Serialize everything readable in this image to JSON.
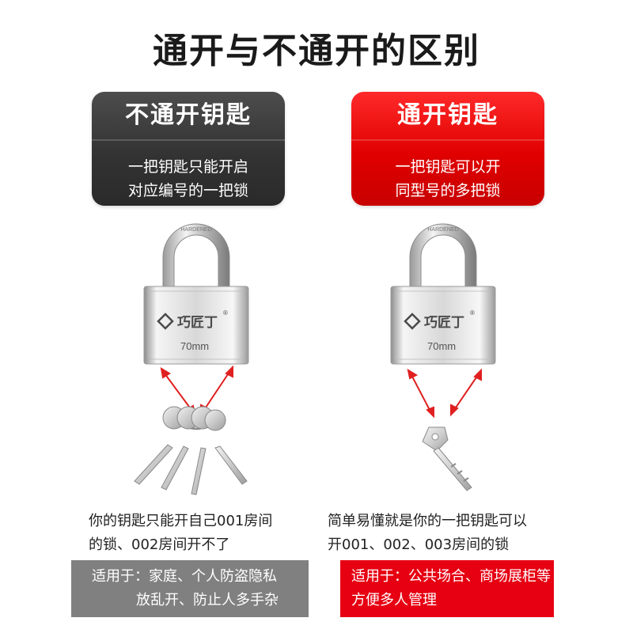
{
  "title": "通开与不通开的区别",
  "left": {
    "heading": "不通开钥匙",
    "desc_line1": "一把钥匙只能开启",
    "desc_line2": "对应编号的一把锁",
    "lock_brand": "巧匠丁",
    "lock_size": "70mm",
    "shackle_text": "HARDENED",
    "paragraph_line1": "你的钥匙只能开自己001房间",
    "paragraph_line2": "的锁、002房间开不了",
    "usage_line1": "适用于：家庭、个人防盗隐私",
    "usage_line2": "放乱开、防止人多手杂"
  },
  "right": {
    "heading": "通开钥匙",
    "desc_line1": "一把钥匙可以开",
    "desc_line2": "同型号的多把锁",
    "lock_brand": "巧匠丁",
    "lock_size": "70mm",
    "shackle_text": "HARDENED",
    "paragraph_line1": "简单易懂就是你的一把钥匙可以",
    "paragraph_line2": "开001、002、003房间的锁",
    "usage_line1": "适用于：公共场合、商场展柜等",
    "usage_line2": "方便多人管理"
  },
  "colors": {
    "dark_card": "#333333",
    "red_card": "#e00000",
    "gray_box": "#808080",
    "red_box": "#e60012",
    "arrow": "#e02020"
  },
  "icons": {
    "left_keys": "key-bunch-icon",
    "right_key": "single-key-icon",
    "arrows": "double-arrow-icon"
  }
}
